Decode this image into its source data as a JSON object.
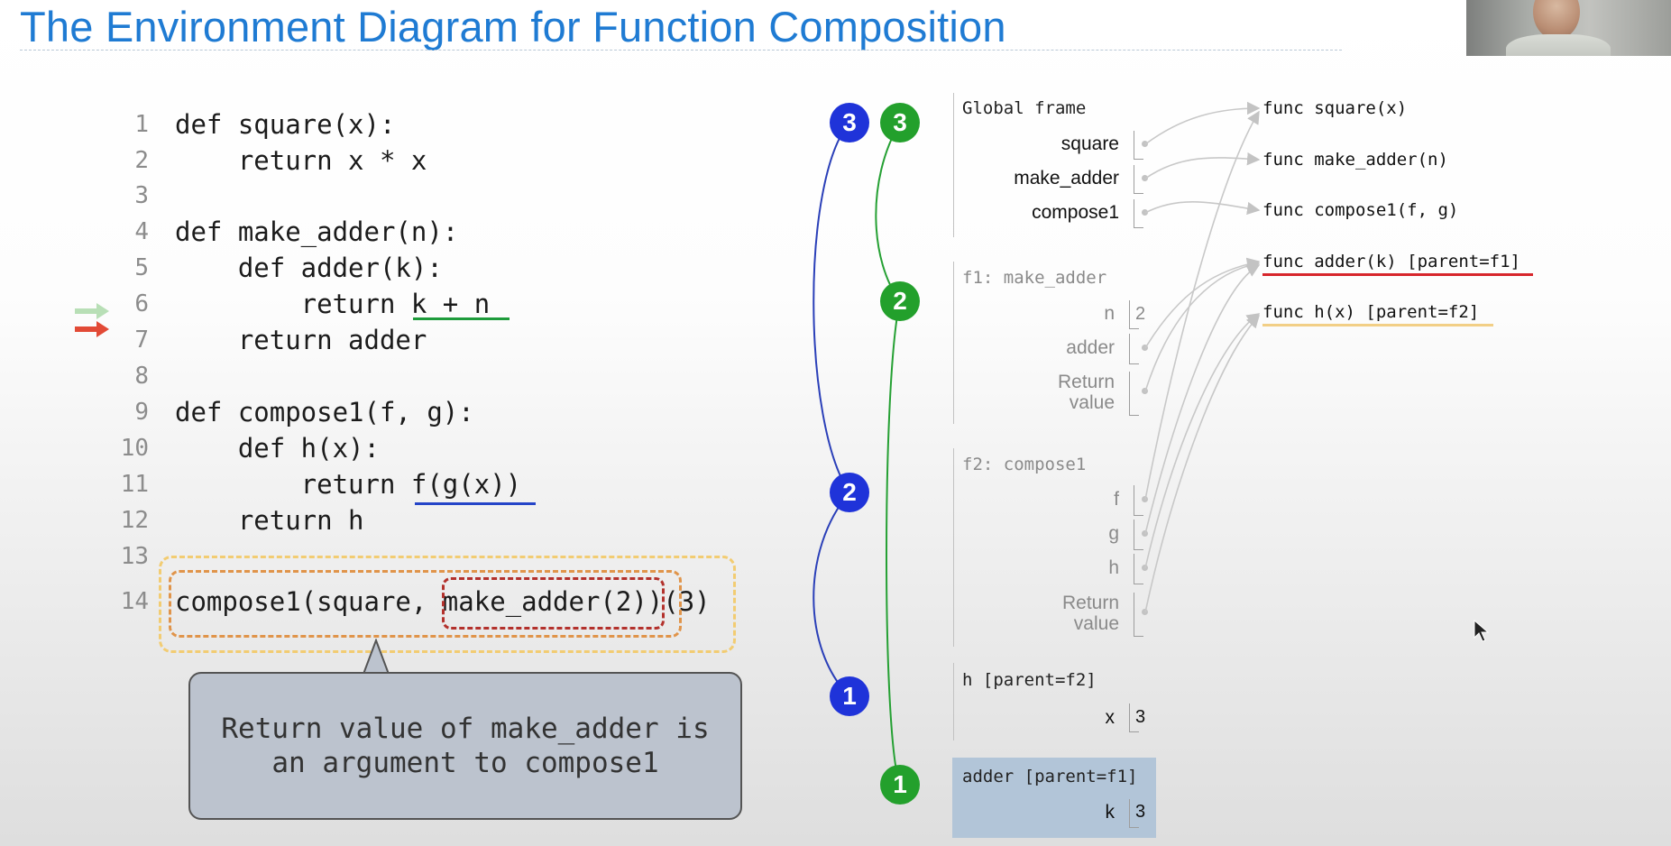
{
  "slide": {
    "title": "The Environment Diagram for Function Composition"
  },
  "code": {
    "lines": [
      {
        "num": "1",
        "text": "def square(x):"
      },
      {
        "num": "2",
        "text": "    return x * x"
      },
      {
        "num": "3",
        "text": ""
      },
      {
        "num": "4",
        "text": "def make_adder(n):"
      },
      {
        "num": "5",
        "text": "    def adder(k):"
      },
      {
        "num": "6",
        "text": "        return k + n"
      },
      {
        "num": "7",
        "text": "    return adder"
      },
      {
        "num": "8",
        "text": ""
      },
      {
        "num": "9",
        "text": "def compose1(f, g):"
      },
      {
        "num": "10",
        "text": "    def h(x):"
      },
      {
        "num": "11",
        "text": "        return f(g(x))"
      },
      {
        "num": "12",
        "text": "    return h"
      },
      {
        "num": "13",
        "text": ""
      },
      {
        "num": "14",
        "text": "compose1(square, make_adder(2))(3)"
      }
    ],
    "next_line_arrow_color": "#b8dfb6",
    "current_line_arrow_color": "#e24a36"
  },
  "callout": {
    "text": "Return value of make_adder is\nan argument to compose1"
  },
  "badges": {
    "blue": [
      "3",
      "2",
      "1"
    ],
    "green": [
      "3",
      "2",
      "1"
    ]
  },
  "frames": {
    "global": {
      "title": "Global frame",
      "vars": [
        "square",
        "make_adder",
        "compose1"
      ]
    },
    "f1": {
      "title": "f1: make_adder",
      "n_label": "n",
      "n_value": "2",
      "adder_label": "adder",
      "return_label": "Return\nvalue"
    },
    "f2": {
      "title": "f2: compose1",
      "vars": [
        "f",
        "g",
        "h"
      ],
      "return_label": "Return\nvalue"
    },
    "h": {
      "title": "h [parent=f2]",
      "x_label": "x",
      "x_value": "3"
    },
    "adder": {
      "title": "adder [parent=f1]",
      "k_label": "k",
      "k_value": "3"
    }
  },
  "functions": [
    "func square(x)",
    "func make_adder(n)",
    "func compose1(f, g)",
    "func adder(k) [parent=f1]",
    "func h(x) [parent=f2]"
  ],
  "colors": {
    "title": "#1f7bd3",
    "blue_badge": "#1f33d9",
    "green_badge": "#23a02c",
    "highlight_green": "#1e9b3b",
    "highlight_blue": "#2545c8",
    "highlight_red": "#d7262c",
    "highlight_yellow": "#f2cf86",
    "adder_frame_bg": "#b2c5d8"
  }
}
